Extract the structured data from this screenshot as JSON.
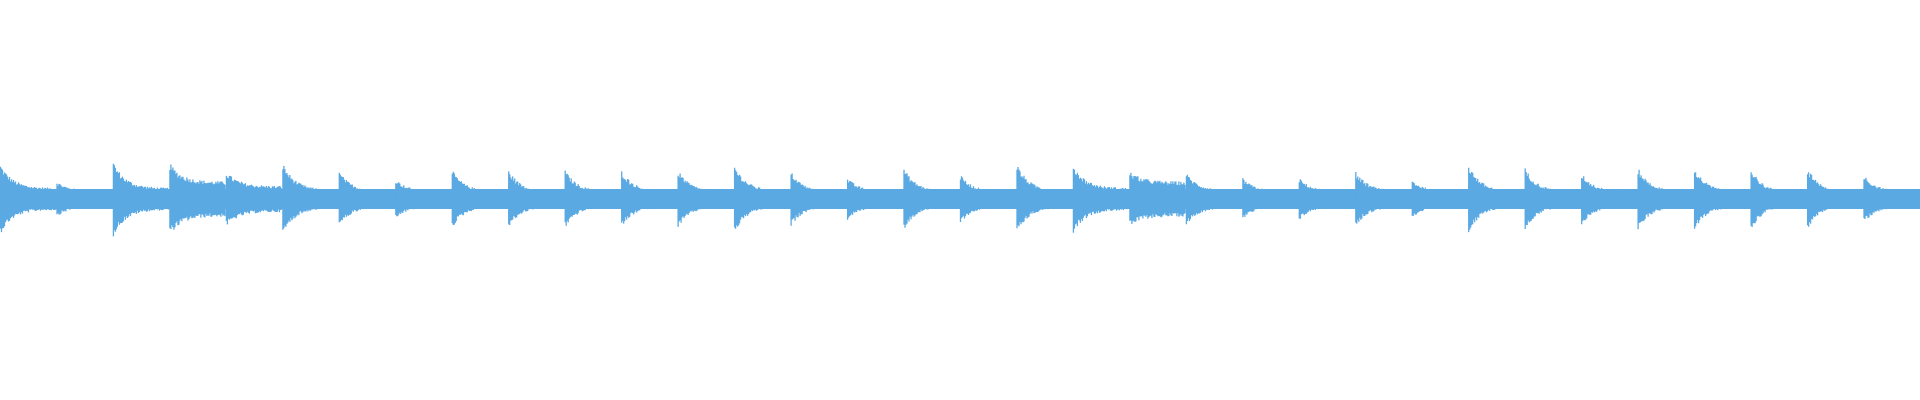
{
  "waveform": {
    "color": "#5aa9e2",
    "background": "#ffffff",
    "segments": [
      {
        "peak": 0.7,
        "tail": 0.22
      },
      {
        "peak": 0.35,
        "tail": 0.16
      },
      {
        "peak": 0.75,
        "tail": 0.22
      },
      {
        "peak": 0.72,
        "tail": 0.35
      },
      {
        "peak": 0.55,
        "tail": 0.26
      },
      {
        "peak": 0.72,
        "tail": 0.18
      },
      {
        "peak": 0.55,
        "tail": 0.16
      },
      {
        "peak": 0.4,
        "tail": 0.15
      },
      {
        "peak": 0.58,
        "tail": 0.15
      },
      {
        "peak": 0.58,
        "tail": 0.15
      },
      {
        "peak": 0.58,
        "tail": 0.15
      },
      {
        "peak": 0.58,
        "tail": 0.15
      },
      {
        "peak": 0.58,
        "tail": 0.15
      },
      {
        "peak": 0.68,
        "tail": 0.16
      },
      {
        "peak": 0.55,
        "tail": 0.14
      },
      {
        "peak": 0.42,
        "tail": 0.15
      },
      {
        "peak": 0.62,
        "tail": 0.15
      },
      {
        "peak": 0.48,
        "tail": 0.15
      },
      {
        "peak": 0.7,
        "tail": 0.16
      },
      {
        "peak": 0.68,
        "tail": 0.22
      },
      {
        "peak": 0.55,
        "tail": 0.35
      },
      {
        "peak": 0.52,
        "tail": 0.17
      },
      {
        "peak": 0.42,
        "tail": 0.15
      },
      {
        "peak": 0.42,
        "tail": 0.15
      },
      {
        "peak": 0.55,
        "tail": 0.16
      },
      {
        "peak": 0.38,
        "tail": 0.15
      },
      {
        "peak": 0.7,
        "tail": 0.15
      },
      {
        "peak": 0.62,
        "tail": 0.15
      },
      {
        "peak": 0.52,
        "tail": 0.15
      },
      {
        "peak": 0.62,
        "tail": 0.15
      },
      {
        "peak": 0.62,
        "tail": 0.15
      },
      {
        "peak": 0.62,
        "tail": 0.12
      },
      {
        "peak": 0.62,
        "tail": 0.12
      },
      {
        "peak": 0.48,
        "tail": 0.15
      }
    ]
  }
}
